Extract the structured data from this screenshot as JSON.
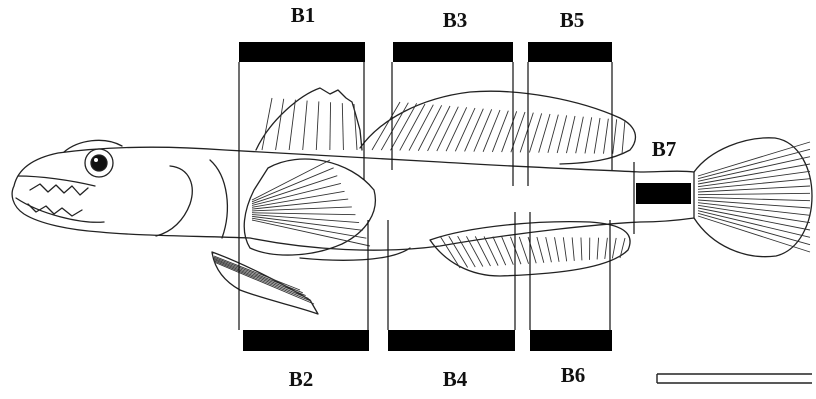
{
  "figure": {
    "zones": [
      {
        "id": "B1"
      },
      {
        "id": "B2"
      },
      {
        "id": "B3"
      },
      {
        "id": "B4"
      },
      {
        "id": "B5"
      },
      {
        "id": "B6"
      },
      {
        "id": "B7"
      }
    ],
    "colors": {
      "ink": "#111111",
      "paper": "#ffffff",
      "bar": "#000000"
    }
  }
}
